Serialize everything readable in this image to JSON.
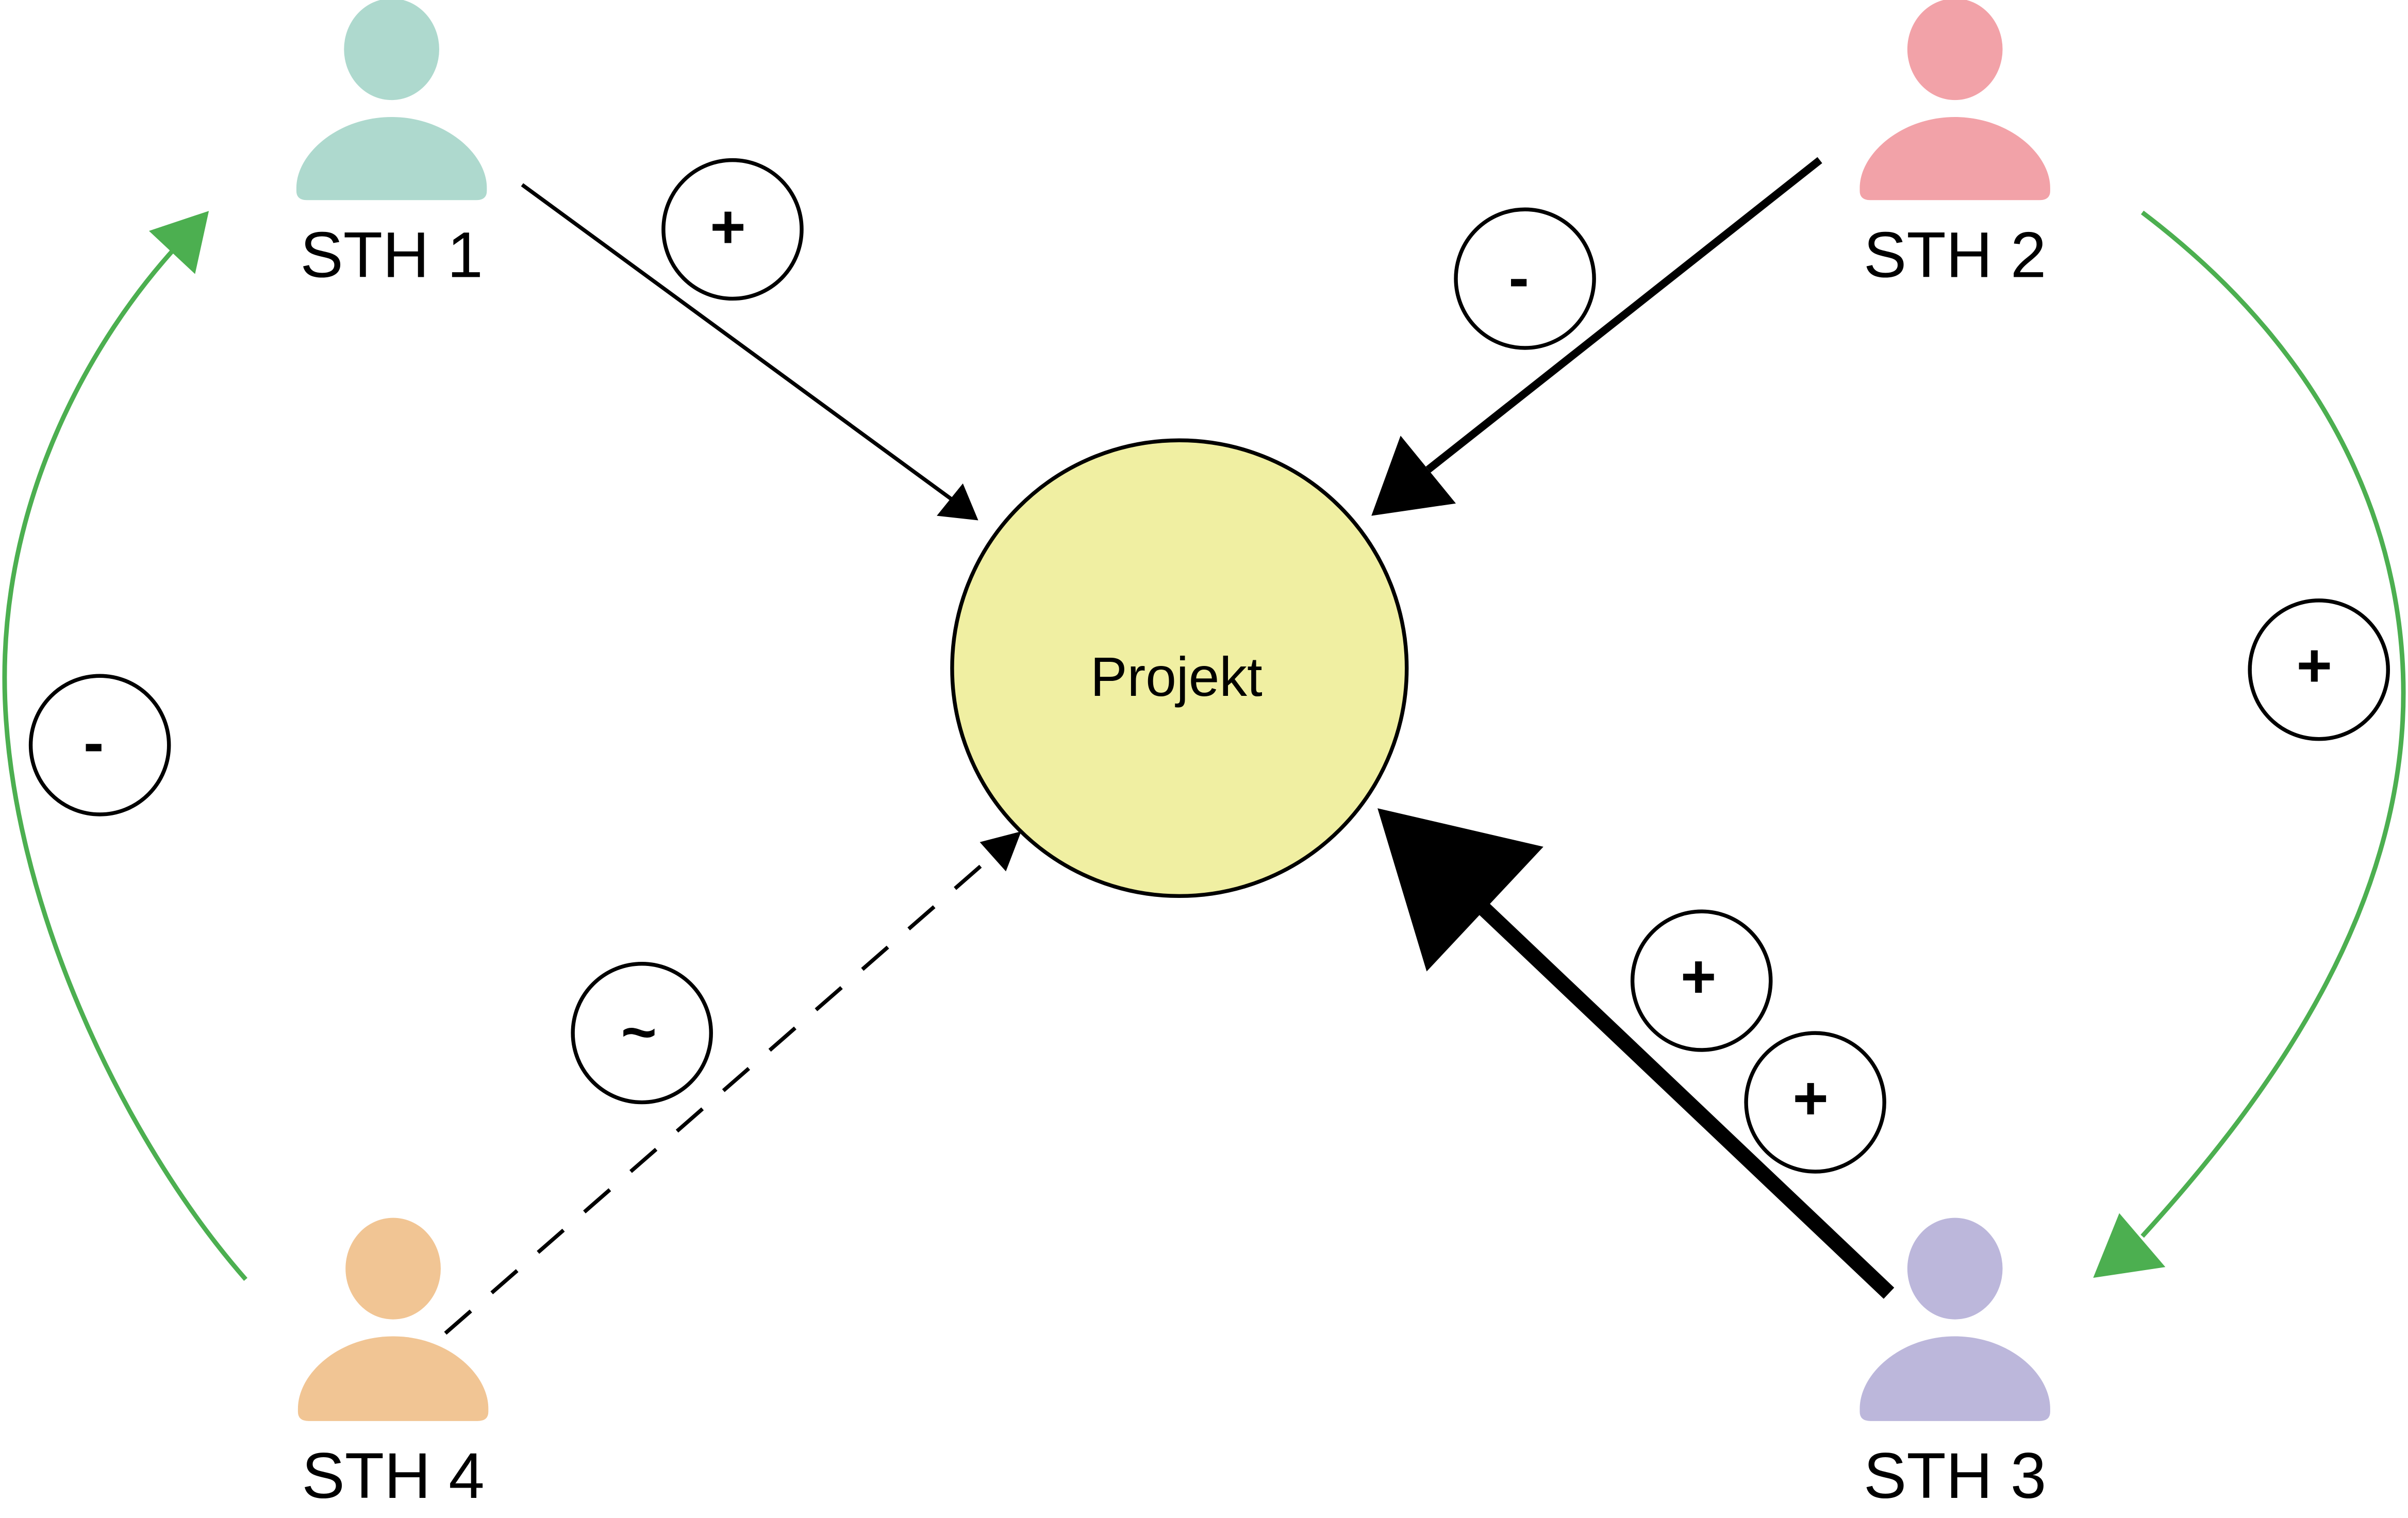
{
  "center": {
    "label": "Projekt",
    "fill": "#F0EFA2"
  },
  "stakeholders": [
    {
      "label": "STH 1",
      "color": "#AED9CE"
    },
    {
      "label": "STH 2",
      "color": "#F2A2A8"
    },
    {
      "label": "STH 3",
      "color": "#BCB7DB"
    },
    {
      "label": "STH 4",
      "color": "#F1C594"
    }
  ],
  "relations": [
    {
      "from": "STH 1",
      "to": "Projekt",
      "sign": "+",
      "style": "thin solid"
    },
    {
      "from": "STH 2",
      "to": "Projekt",
      "sign": "-",
      "style": "medium solid"
    },
    {
      "from": "STH 3",
      "to": "Projekt",
      "signs": [
        "+",
        "+"
      ],
      "style": "thick solid"
    },
    {
      "from": "STH 4",
      "to": "Projekt",
      "sign": "~",
      "style": "dashed"
    },
    {
      "from": "STH 2",
      "to": "STH 3",
      "sign": "+",
      "style": "green curved"
    },
    {
      "from": "STH 4",
      "to": "STH 1",
      "sign": "-",
      "style": "green curved"
    }
  ],
  "colors": {
    "influence_arrow": "#000000",
    "stakeholder_link": "#4CAF50"
  },
  "icons": {
    "person": "person-icon"
  }
}
